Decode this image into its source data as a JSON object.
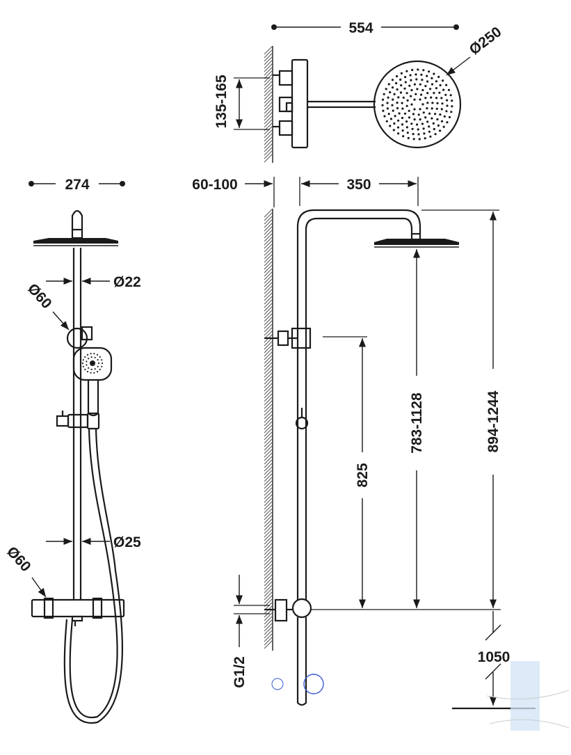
{
  "dimensions": {
    "top_width": "554",
    "top_height_range": "135-165",
    "head_diameter_top": "Ø250",
    "front_width": "274",
    "wall_offset": "60-100",
    "arm_reach": "350",
    "pipe_diameter_upper": "Ø22",
    "pipe_diameter_lower": "Ø25",
    "bracket_diameter": "Ø60",
    "valve_diameter": "Ø60",
    "slider_height": "825",
    "head_height_range": "783-1128",
    "total_height_range": "894-1244",
    "floor_height": "1050",
    "inlet_thread": "G1/2"
  },
  "colors": {
    "ink": "#1a1a1a",
    "watermark": "#d0e4f4",
    "accent_circle": "#3b5bd6"
  }
}
